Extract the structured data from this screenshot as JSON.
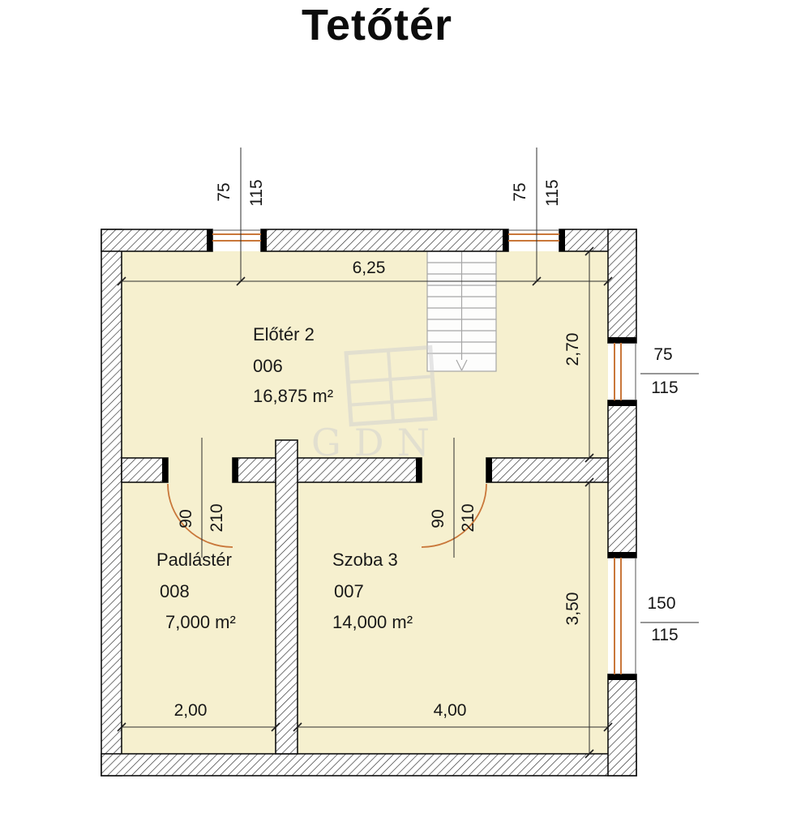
{
  "title": "Tetőtér",
  "watermark": {
    "text": "GDN"
  },
  "rooms": {
    "eloter": {
      "name": "Előtér 2",
      "number": "006",
      "area": "16,875 m²"
    },
    "padlaster": {
      "name": "Padlástér",
      "number": "008",
      "area": "7,000 m²"
    },
    "szoba": {
      "name": "Szoba 3",
      "number": "007",
      "area": "14,000 m²"
    }
  },
  "dimensions": {
    "eloter_width": "6,25",
    "eloter_depth": "2,70",
    "szoba_depth": "3,50",
    "padlaster_width": "2,00",
    "szoba_width": "4,00",
    "top_window_left": {
      "width": "75",
      "height": "115"
    },
    "top_window_right": {
      "width": "75",
      "height": "115"
    },
    "right_window_upper": {
      "width": "75",
      "height": "115"
    },
    "right_window_lower": {
      "width": "150",
      "height": "115"
    },
    "door_left": {
      "width": "90",
      "height": "210"
    },
    "door_right": {
      "width": "90",
      "height": "210"
    }
  },
  "colors": {
    "room_fill": "#f6f0cf",
    "wall_outline": "#111111",
    "hatch_line": "#2a2a2a",
    "door_arc": "#c9773a",
    "window_line": "#c9773a",
    "dimension_line": "#2e2e2e",
    "stairs_line": "#a6a6a6",
    "watermark_gray": "#cfcfcf"
  }
}
